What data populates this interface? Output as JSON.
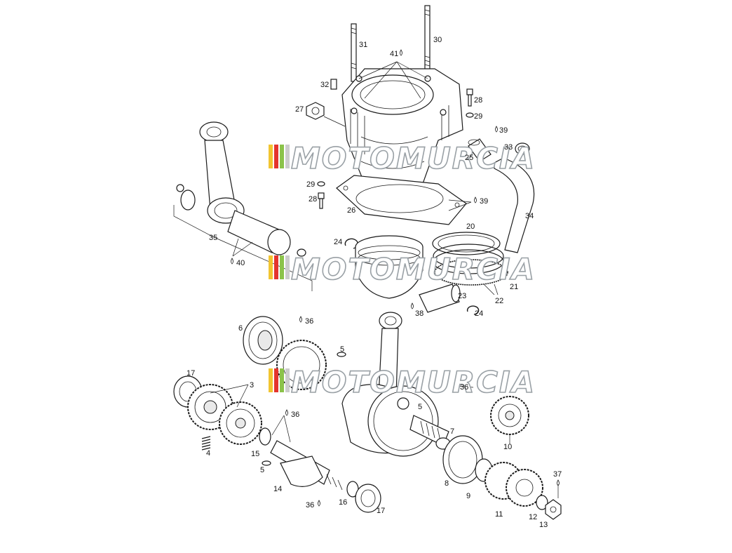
{
  "diagram": {
    "callouts": [
      {
        "id": "c30",
        "text": "30"
      },
      {
        "id": "c31",
        "text": "31"
      },
      {
        "id": "c41",
        "text": "41"
      },
      {
        "id": "c32",
        "text": "32"
      },
      {
        "id": "c28a",
        "text": "28"
      },
      {
        "id": "c27",
        "text": "27"
      },
      {
        "id": "c29a",
        "text": "29"
      },
      {
        "id": "c39a",
        "text": "39"
      },
      {
        "id": "c33",
        "text": "33"
      },
      {
        "id": "c25",
        "text": "25"
      },
      {
        "id": "c29b",
        "text": "29"
      },
      {
        "id": "c28b",
        "text": "28"
      },
      {
        "id": "c26",
        "text": "26"
      },
      {
        "id": "c39b",
        "text": "39"
      },
      {
        "id": "c34",
        "text": "34"
      },
      {
        "id": "c20",
        "text": "20"
      },
      {
        "id": "c35",
        "text": "35"
      },
      {
        "id": "c40",
        "text": "40"
      },
      {
        "id": "c24a",
        "text": "24"
      },
      {
        "id": "c21",
        "text": "21"
      },
      {
        "id": "c22",
        "text": "22"
      },
      {
        "id": "c23",
        "text": "23"
      },
      {
        "id": "c38",
        "text": "38"
      },
      {
        "id": "c24b",
        "text": "24"
      },
      {
        "id": "c6",
        "text": "6"
      },
      {
        "id": "c36a",
        "text": "36"
      },
      {
        "id": "c5a",
        "text": "5"
      },
      {
        "id": "c17a",
        "text": "17"
      },
      {
        "id": "c3",
        "text": "3"
      },
      {
        "id": "c36b",
        "text": "36"
      },
      {
        "id": "c5b",
        "text": "5"
      },
      {
        "id": "c36c",
        "text": "36"
      },
      {
        "id": "c4",
        "text": "4"
      },
      {
        "id": "c15",
        "text": "15"
      },
      {
        "id": "c5c",
        "text": "5"
      },
      {
        "id": "c7",
        "text": "7"
      },
      {
        "id": "c10",
        "text": "10"
      },
      {
        "id": "c8",
        "text": "8"
      },
      {
        "id": "c9",
        "text": "9"
      },
      {
        "id": "c14",
        "text": "14"
      },
      {
        "id": "c36d",
        "text": "36"
      },
      {
        "id": "c16",
        "text": "16"
      },
      {
        "id": "c17b",
        "text": "17"
      },
      {
        "id": "c11",
        "text": "11"
      },
      {
        "id": "c12",
        "text": "12"
      },
      {
        "id": "c13",
        "text": "13"
      },
      {
        "id": "c37",
        "text": "37"
      }
    ]
  },
  "watermark": {
    "text": "MOTOMURCIA",
    "stripe_colors": [
      "#f2c531",
      "#e4342d",
      "#8bc34a",
      "#cccccc"
    ]
  }
}
